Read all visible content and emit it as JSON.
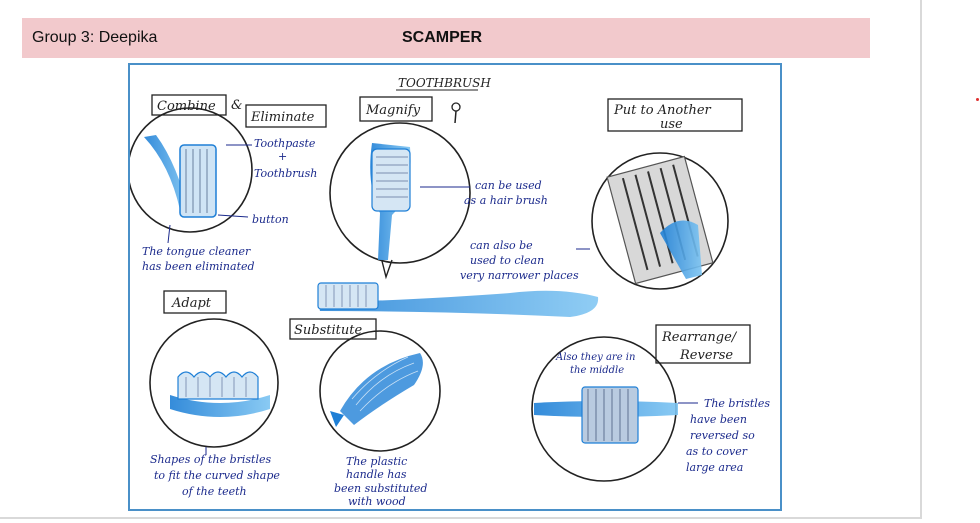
{
  "header": {
    "group_label": "Group 3: Deepika",
    "title": "SCAMPER"
  },
  "sketch": {
    "title": "TOOTHBRUSH",
    "sections": {
      "combine": "Combine",
      "amp": "&",
      "eliminate": "Eliminate",
      "magnify": "Magnify",
      "put_line1": "Put to Another",
      "put_line2": "use",
      "adapt": "Adapt",
      "substitute": "Substitute",
      "rearrange_line1": "Rearrange/",
      "rearrange_line2": "Reverse"
    },
    "notes": {
      "toothpaste": "Toothpaste",
      "plus": "+",
      "toothbrush": "Toothbrush",
      "button": "button",
      "tongue1": "The tongue cleaner",
      "tongue2": "has been eliminated",
      "hair1": "can be used",
      "hair2": "as a hair brush",
      "clean1": "can also be",
      "clean2": "used to clean",
      "clean3": "very narrower places",
      "bristles1": "Shapes of the bristles",
      "bristles2": "to fit the curved shape",
      "bristles3": "of the teeth",
      "plastic1": "The plastic",
      "plastic2": "handle has",
      "plastic3": "been substituted",
      "plastic4": "with wood",
      "middle1": "Also they are in",
      "middle2": "the middle",
      "reversed1": "The bristles",
      "reversed2": "have been",
      "reversed3": "reversed so",
      "reversed4": "as to cover",
      "reversed5": "large area"
    }
  },
  "colors": {
    "header_bg": "#f2c9cc",
    "sketch_border": "#4a90c8",
    "ink": "#1b2a8c",
    "brush_blue": "#2a8fdc"
  },
  "icons": {
    "magnifier": "magnifying-glass-icon"
  }
}
